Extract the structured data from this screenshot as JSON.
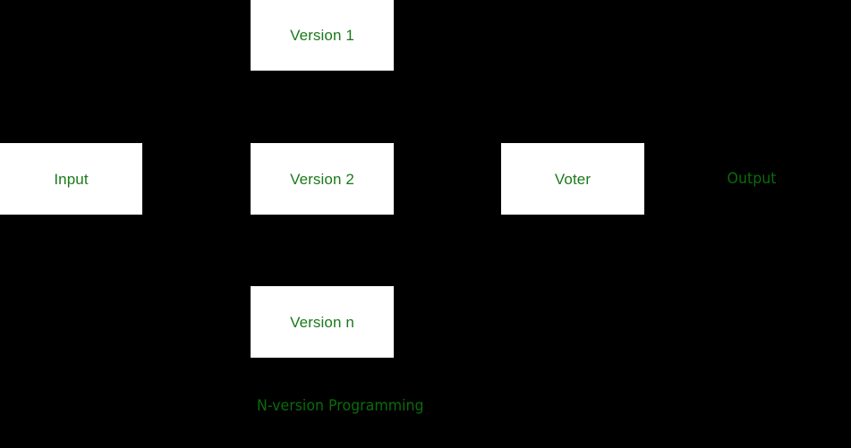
{
  "diagram": {
    "title": "N-version Programming",
    "background_color": "#000000",
    "box_fill_color": "#ffffff",
    "label_color": "#1a7a1a",
    "free_label_color": "#0b6b0b",
    "nodes": [
      {
        "id": "input",
        "label": "Input"
      },
      {
        "id": "version-1",
        "label": "Version 1"
      },
      {
        "id": "version-2",
        "label": "Version 2"
      },
      {
        "id": "version-n",
        "label": "Version n"
      },
      {
        "id": "voter",
        "label": "Voter"
      }
    ],
    "free_labels": [
      {
        "id": "output",
        "label": "Output"
      }
    ],
    "caption": "N-version Programming"
  }
}
